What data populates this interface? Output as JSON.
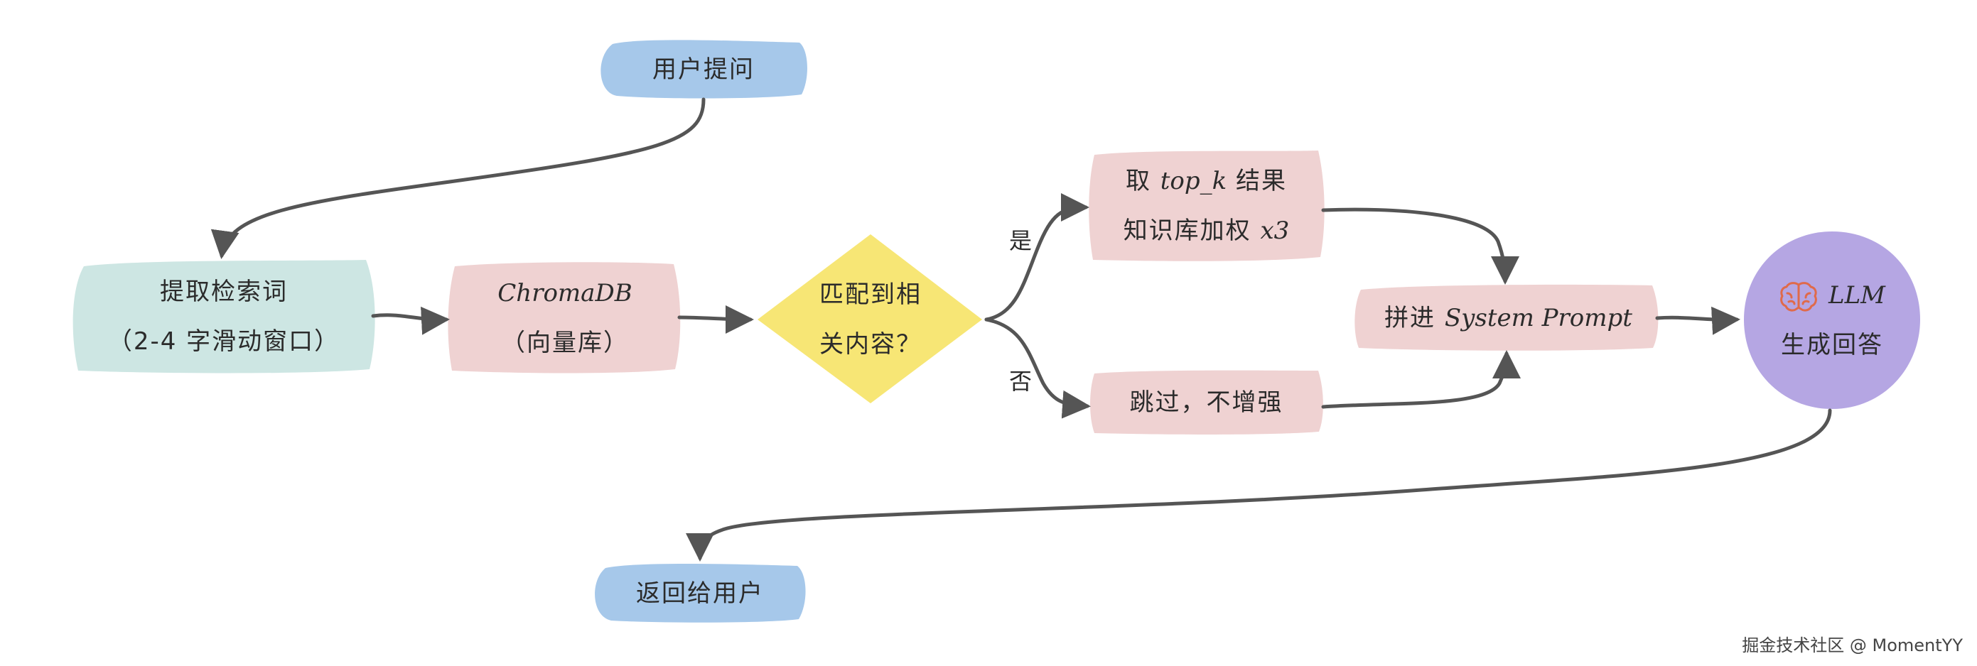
{
  "nodes": {
    "user_question": {
      "text": "用户提问"
    },
    "extract_keywords": {
      "line1": "提取检索词",
      "line2": "（2-4 字滑动窗口）"
    },
    "chromadb": {
      "line1": "ChromaDB",
      "line2": "（向量库）"
    },
    "decision": {
      "line1": "匹配到相",
      "line2": "关内容？"
    },
    "topk": {
      "line1_prefix": "取 ",
      "line1_code": "top_k",
      "line1_suffix": " 结果",
      "line2_prefix": "知识库加权 ",
      "line2_code": "x3"
    },
    "skip": {
      "text": "跳过，不增强"
    },
    "system_prompt": {
      "prefix": "拼进 ",
      "latin": "System Prompt"
    },
    "llm": {
      "icon": "brain-icon",
      "title": "LLM",
      "subtitle": "生成回答"
    },
    "return_user": {
      "text": "返回给用户"
    }
  },
  "edge_labels": {
    "yes": "是",
    "no": "否"
  },
  "colors": {
    "blue": "#a6c8ea",
    "teal": "#cde6e3",
    "pink": "#efd2d2",
    "yellow": "#f7e675",
    "purple": "#b5a6e3",
    "arrow": "#555555",
    "brain": "#e06a4a"
  },
  "watermark": "掘金技术社区 @ MomentYY"
}
